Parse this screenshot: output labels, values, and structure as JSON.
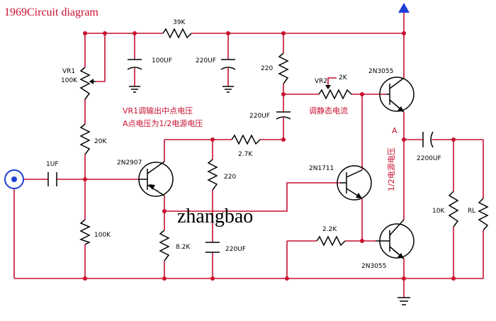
{
  "title": "1969Circuit diagram",
  "watermark": "zhangbao",
  "components": {
    "r_39k": "39K",
    "c_100uf": "100UF",
    "c_220uf_top": "220UF",
    "r_220_top": "220",
    "vr1_name": "VR1",
    "vr1_value": "100K",
    "vr2_name": "VR2",
    "vr2_value": "2K",
    "c_220uf_mid": "220UF",
    "r_20k": "20K",
    "c_1uf": "1UF",
    "q_2n2907": "2N2907",
    "r_2_7k": "2.7K",
    "r_220_mid": "220",
    "q_2n1711": "2N1711",
    "q_2n3055_top": "2N3055",
    "q_2n3055_bottom": "2N3055",
    "c_2200uf": "2200UF",
    "r_10k": "10K",
    "rl": "RL",
    "r_100k": "100K",
    "r_8_2k": "8.2K",
    "c_220uf_bottom": "220UF",
    "r_2_2k": "2.2K"
  },
  "notes": {
    "vr1_note": "VR1调输出中点电压",
    "a_note": "A点电压为1/2电源电压",
    "vr2_note": "调静态电流",
    "half_supply": "1/2电源电压",
    "point_a": "A"
  },
  "colors": {
    "wire": "#c8102e",
    "component": "#000000",
    "power_arrow": "#1f3fd6"
  },
  "icons": {
    "input_jack": "coax-jack-icon",
    "power": "power-arrow-icon",
    "ground": "ground-icon"
  }
}
